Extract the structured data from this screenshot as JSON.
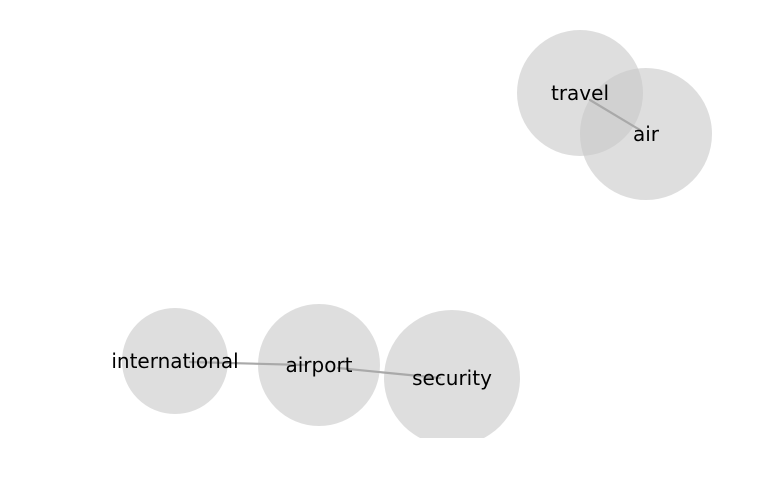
{
  "graph": {
    "nodes": [
      {
        "id": "travel",
        "label": "travel"
      },
      {
        "id": "air",
        "label": "air"
      },
      {
        "id": "international",
        "label": "international"
      },
      {
        "id": "airport",
        "label": "airport"
      },
      {
        "id": "security",
        "label": "security"
      }
    ],
    "edges": [
      {
        "source": "travel",
        "target": "air"
      },
      {
        "source": "international",
        "target": "airport"
      },
      {
        "source": "airport",
        "target": "security"
      }
    ],
    "colors": {
      "node_fill": "#dcdcdc",
      "edge": "#a9a9a9",
      "label": "#000000"
    }
  }
}
